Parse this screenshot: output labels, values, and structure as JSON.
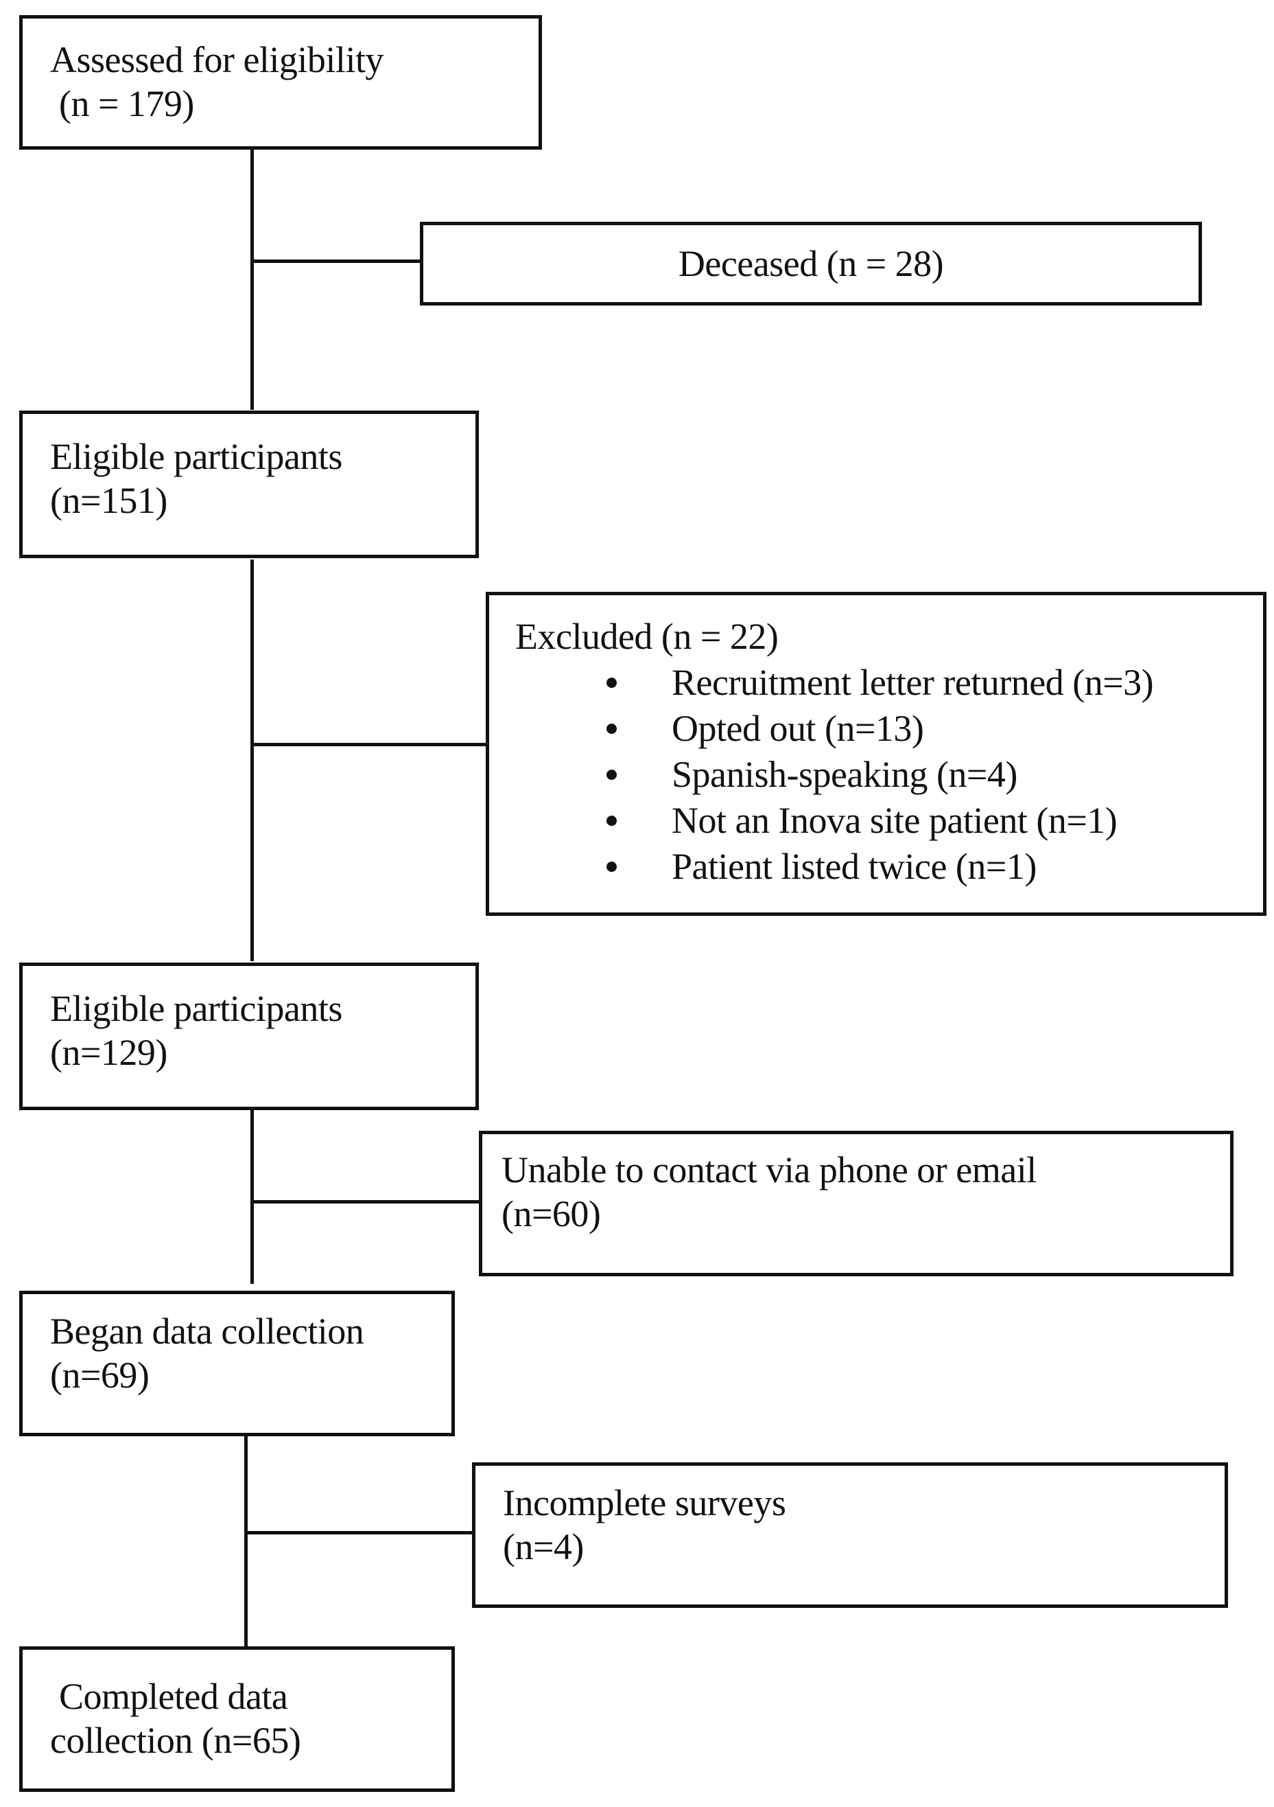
{
  "diagram": {
    "type": "flowchart",
    "assessed": {
      "line1": "Assessed for eligibility",
      "line2": " (n = 179)"
    },
    "deceased": {
      "text": "Deceased (n = 28)"
    },
    "eligible1": {
      "line1": "Eligible participants",
      "line2": "(n=151)"
    },
    "excluded": {
      "title": "Excluded (n = 22)",
      "reasons": [
        "Recruitment letter returned (n=3)",
        "Opted out (n=13)",
        "Spanish-speaking (n=4)",
        "Not an Inova site patient (n=1)",
        "Patient listed twice (n=1)"
      ]
    },
    "eligible2": {
      "line1": "Eligible participants",
      "line2": "(n=129)"
    },
    "unable": {
      "line1": "Unable to contact via phone or email",
      "line2": "(n=60)"
    },
    "began": {
      "line1": "Began data collection",
      "line2": "(n=69)"
    },
    "incomplete": {
      "line1": "Incomplete surveys",
      "line2": "(n=4)"
    },
    "completed": {
      "line1": " Completed data",
      "line2": "collection (n=65)"
    }
  }
}
